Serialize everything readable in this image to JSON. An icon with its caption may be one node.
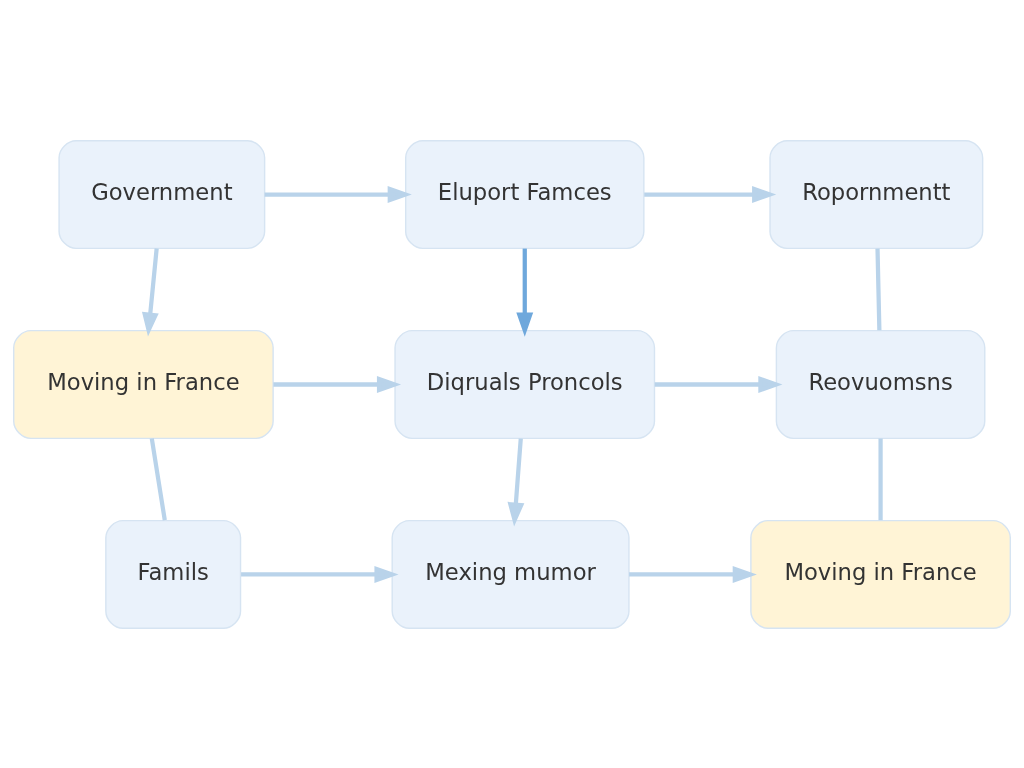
{
  "diagram": {
    "nodes": [
      {
        "text": [
          "Government"
        ]
      },
      {
        "text": [
          "Eluport Famces"
        ]
      },
      {
        "text": [
          "Ropornmentt"
        ]
      },
      {
        "text": [
          "Moving in France"
        ]
      },
      {
        "text": [
          "Diqruals Proncols"
        ]
      },
      {
        "text": [
          "Reovuomsns"
        ]
      },
      {
        "text": [
          "Famils"
        ]
      },
      {
        "text": [
          "Mexing mumor"
        ]
      },
      {
        "text": [
          "Moving in France"
        ]
      }
    ],
    "edges": [
      {
        "from": 0,
        "to": 1,
        "arrow": "to"
      },
      {
        "from": 1,
        "to": 2,
        "arrow": "to"
      },
      {
        "from": 0,
        "to": 3,
        "arrow": "to"
      },
      {
        "from": 1,
        "to": 4,
        "arrow": "to",
        "color": "#6fa8dc"
      },
      {
        "from": 2,
        "to": 5,
        "arrow": "none"
      },
      {
        "from": 3,
        "to": 4,
        "arrow": "to"
      },
      {
        "from": 4,
        "to": 5,
        "arrow": "to"
      },
      {
        "from": 3,
        "to": 6,
        "arrow": "none"
      },
      {
        "from": 4,
        "to": 7,
        "arrow": "to"
      },
      {
        "from": 5,
        "to": 8,
        "arrow": "none"
      },
      {
        "from": 6,
        "to": 7,
        "arrow": "to"
      },
      {
        "from": 7,
        "to": 8,
        "arrow": "to"
      }
    ]
  }
}
